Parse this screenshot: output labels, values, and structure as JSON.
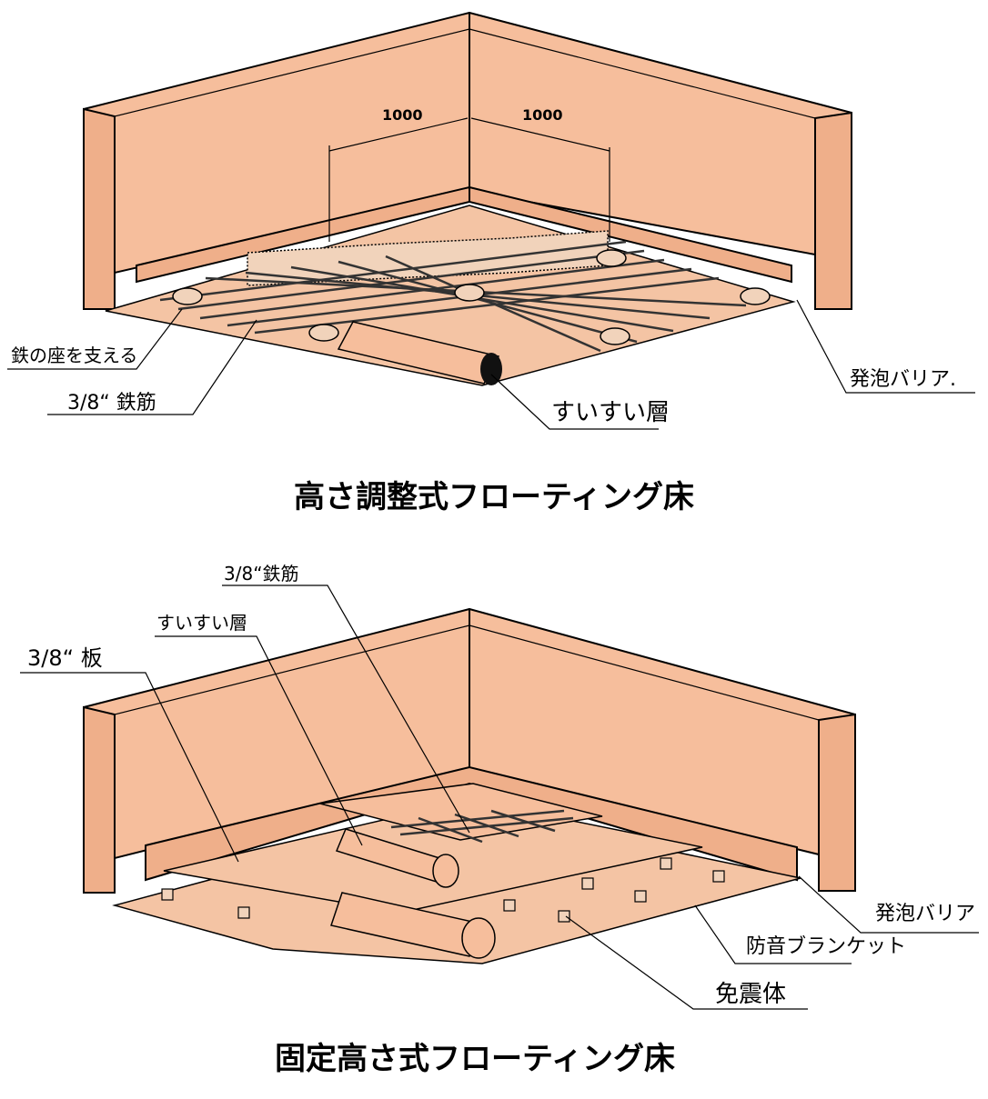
{
  "top": {
    "title": "高さ調整式フローティング床",
    "dim_left": "1000",
    "dim_right": "1000",
    "labels": {
      "support": "鉄の座を支える",
      "rebar": "3/8“ 鉄筋",
      "waterproof": "すいすい層",
      "foam": "発泡バリア."
    }
  },
  "bottom": {
    "title": "固定高さ式フローティング床",
    "labels": {
      "rebar": "3/8“鉄筋",
      "waterproof": "すいすい層",
      "plywood": "3/8“ 板",
      "foam": "発泡バリア",
      "blanket": "防音ブランケット",
      "isolator": "免震体"
    }
  },
  "colors": {
    "wall": "#F6BE9C",
    "floor": "#F4C4A4",
    "line": "#000000"
  }
}
